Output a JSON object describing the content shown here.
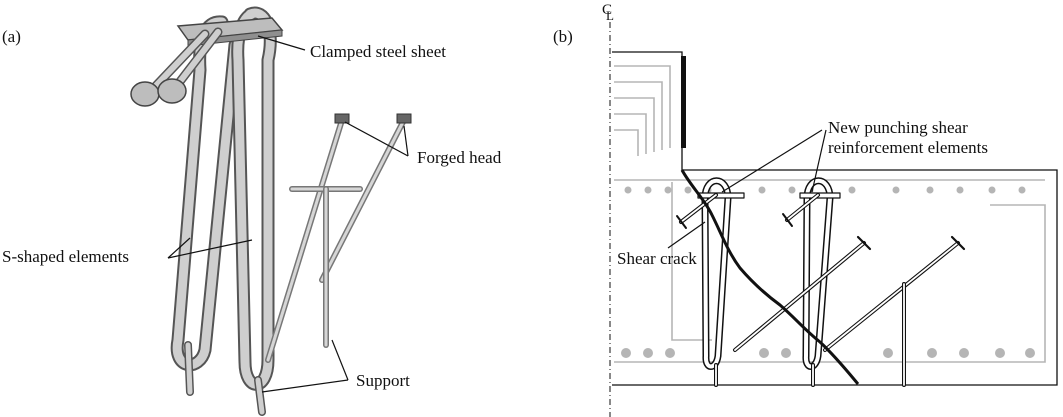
{
  "figure": {
    "panel_a": {
      "letter": "(a)",
      "labels": {
        "clamped_steel_sheet": "Clamped steel sheet",
        "forged_head": "Forged head",
        "s_shaped_elements": "S-shaped elements",
        "support": "Support"
      }
    },
    "panel_b": {
      "letter": "(b)",
      "centerline_c": "C",
      "centerline_l": "L",
      "labels": {
        "new_reinforcement_line1": "New punching shear",
        "new_reinforcement_line2": "reinforcement elements",
        "shear_crack": "Shear crack"
      }
    }
  },
  "colors": {
    "rebar_fill": "#cfcfcf",
    "rebar_stroke": "#555555",
    "reinforcement_gray": "#b5b5b5",
    "crack": "#111111",
    "outline": "#111111"
  }
}
